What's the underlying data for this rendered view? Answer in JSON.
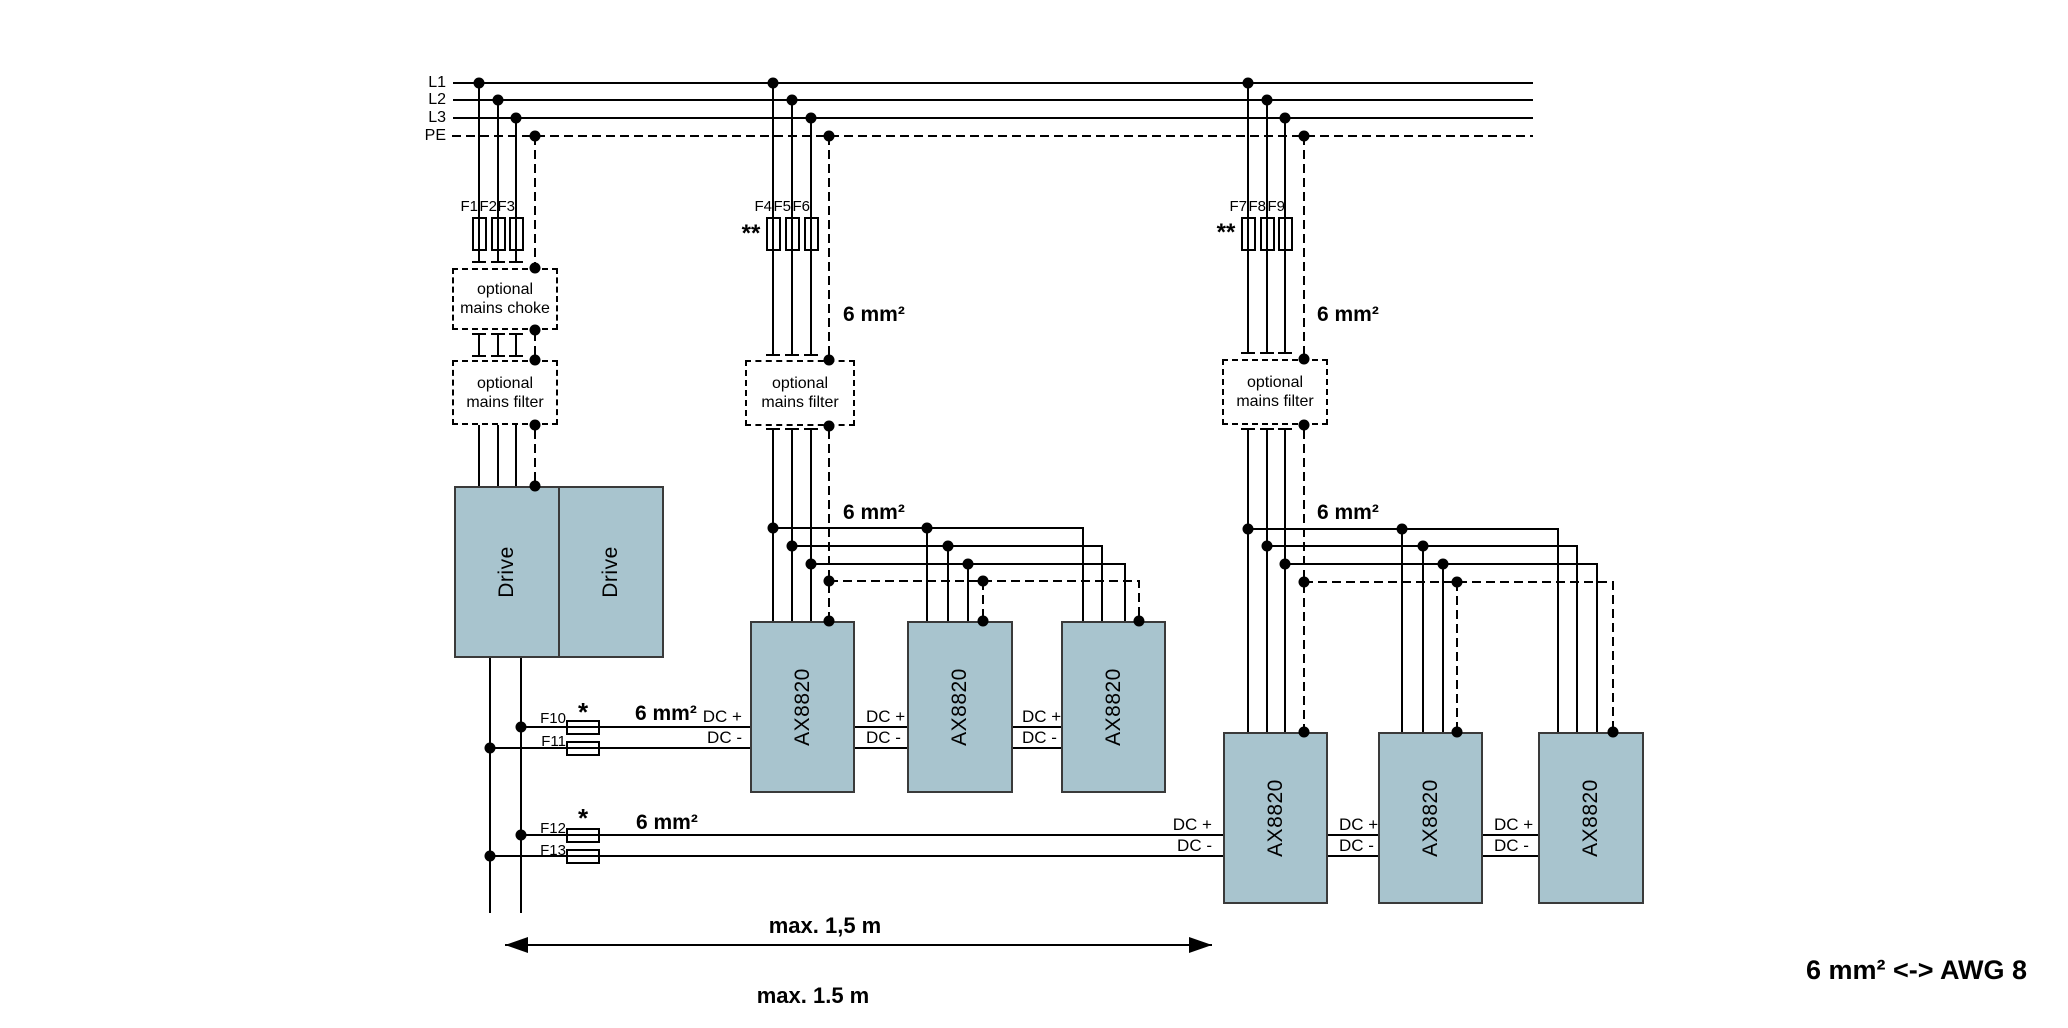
{
  "colors": {
    "device_fill": "#a8c4ce",
    "device_border": "#3a3a3a",
    "wire": "#000000",
    "text": "#000000",
    "background": "#ffffff"
  },
  "bus": {
    "l1": "L1",
    "l2": "L2",
    "l3": "L3",
    "pe": "PE"
  },
  "fuses": {
    "f1": "F1",
    "f2": "F2",
    "f3": "F3",
    "f4": "F4",
    "f5": "F5",
    "f6": "F6",
    "f7": "F7",
    "f8": "F8",
    "f9": "F9",
    "f10": "F10",
    "f11": "F11",
    "f12": "F12",
    "f13": "F13"
  },
  "marks": {
    "star": "*",
    "double_star": "**"
  },
  "labels": {
    "wire_size": "6 mm²",
    "dc_plus": "DC +",
    "dc_minus": "DC -",
    "optional": "optional",
    "mains_choke": "mains choke",
    "mains_filter": "mains filter",
    "max_length_primary": "max. 1,5 m",
    "max_length_secondary": "max. 1.5 m",
    "awg_note": "6 mm² <-> AWG 8"
  },
  "devices": {
    "drive": "Drive",
    "regen_unit": "AX8820"
  }
}
